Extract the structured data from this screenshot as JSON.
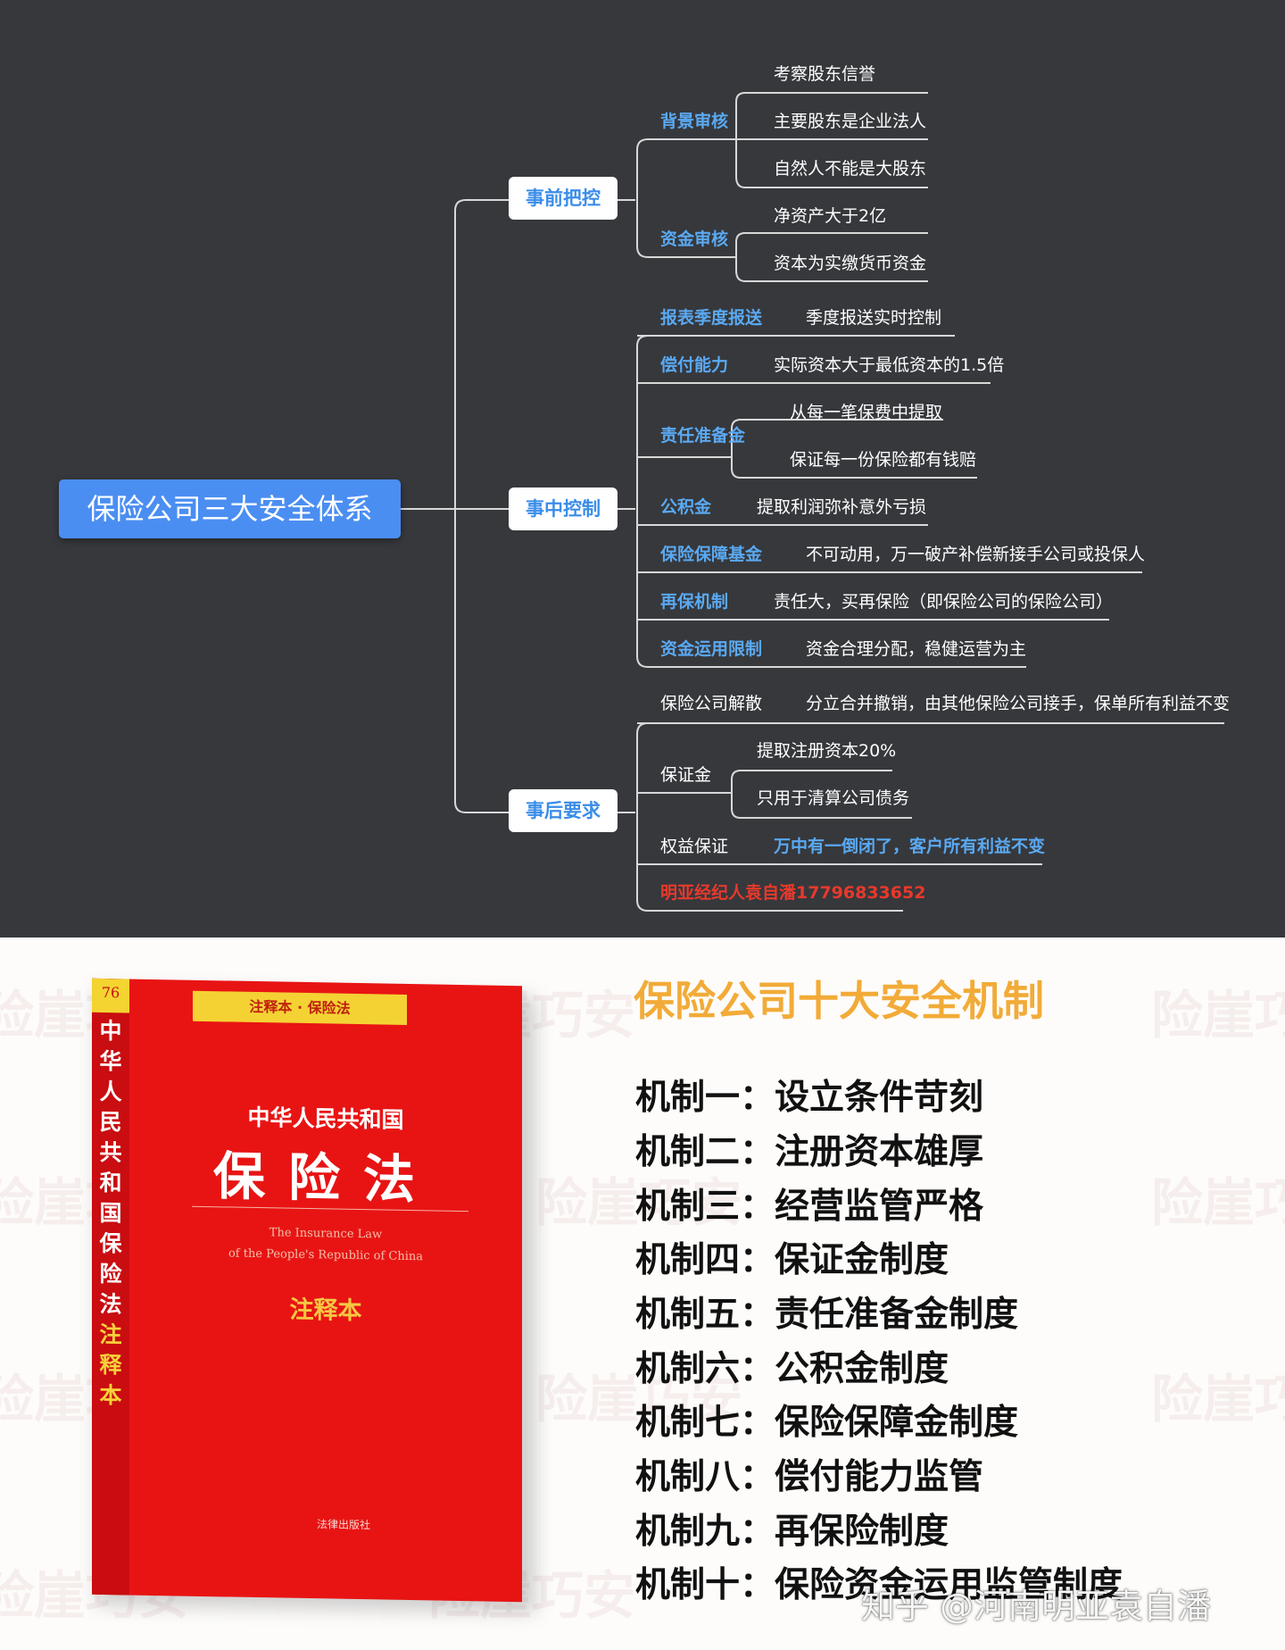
{
  "mindmap": {
    "root": "保险公司三大安全体系",
    "categories": {
      "pre": "事前把控",
      "mid": "事中控制",
      "post": "事后要求"
    },
    "pre": {
      "background_review": "背景审核",
      "bg_items": [
        "考察股东信誉",
        "主要股东是企业法人",
        "自然人不能是大股东"
      ],
      "capital_review": "资金审核",
      "cap_items": [
        "净资产大于2亿",
        "资本为实缴货币资金"
      ]
    },
    "mid": {
      "report": "报表季度报送",
      "report_desc": "季度报送实时控制",
      "solvency": "偿付能力",
      "solvency_desc": "实际资本大于最低资本的1.5倍",
      "reserve": "责任准备金",
      "reserve_items": [
        "从每一笔保费中提取",
        "保证每一份保险都有钱赔"
      ],
      "accumulation": "公积金",
      "accumulation_desc": "提取利润弥补意外亏损",
      "fund": "保险保障基金",
      "fund_desc": "不可动用，万一破产补偿新接手公司或投保人",
      "reinsurance": "再保机制",
      "reinsurance_desc": "责任大，买再保险（即保险公司的保险公司）",
      "usage": "资金运用限制",
      "usage_desc": "资金合理分配，稳健运营为主"
    },
    "post": {
      "dissolution": "保险公司解散",
      "dissolution_desc": "分立合并撤销，由其他保险公司接手，保单所有利益不变",
      "deposit": "保证金",
      "deposit_items": [
        "提取注册资本20%",
        "只用于清算公司债务"
      ],
      "rights": "权益保证",
      "rights_desc": "万中有一倒闭了，客户所有利益不变",
      "contact": "明亚经纪人袁自潘17796833652"
    }
  },
  "book": {
    "number": "76",
    "band": "注释本 · 保险法",
    "spine_main": [
      "中",
      "华",
      "人",
      "民",
      "共",
      "和",
      "国",
      "保",
      "险",
      "法"
    ],
    "spine_yellow": [
      "注",
      "释",
      "本"
    ],
    "title_small": "中华人民共和国",
    "title_big": "保险法",
    "title_en_1": "The Insurance Law",
    "title_en_2": "of the People's Republic of China",
    "annotation": "注释本",
    "publisher": "法律出版社"
  },
  "mechanisms": {
    "title": "保险公司十大安全机制",
    "items": [
      "机制一：设立条件苛刻",
      "机制二：注册资本雄厚",
      "机制三：经营监管严格",
      "机制四：保证金制度",
      "机制五：责任准备金制度",
      "机制六：公积金制度",
      "机制七：保险保障金制度",
      "机制八：偿付能力监管",
      "机制九：再保险制度",
      "机制十：保险资金运用监管制度"
    ]
  },
  "watermarks": {
    "text": "险崖巧安",
    "zhihu": "知乎 @河南明亚袁自潘"
  }
}
